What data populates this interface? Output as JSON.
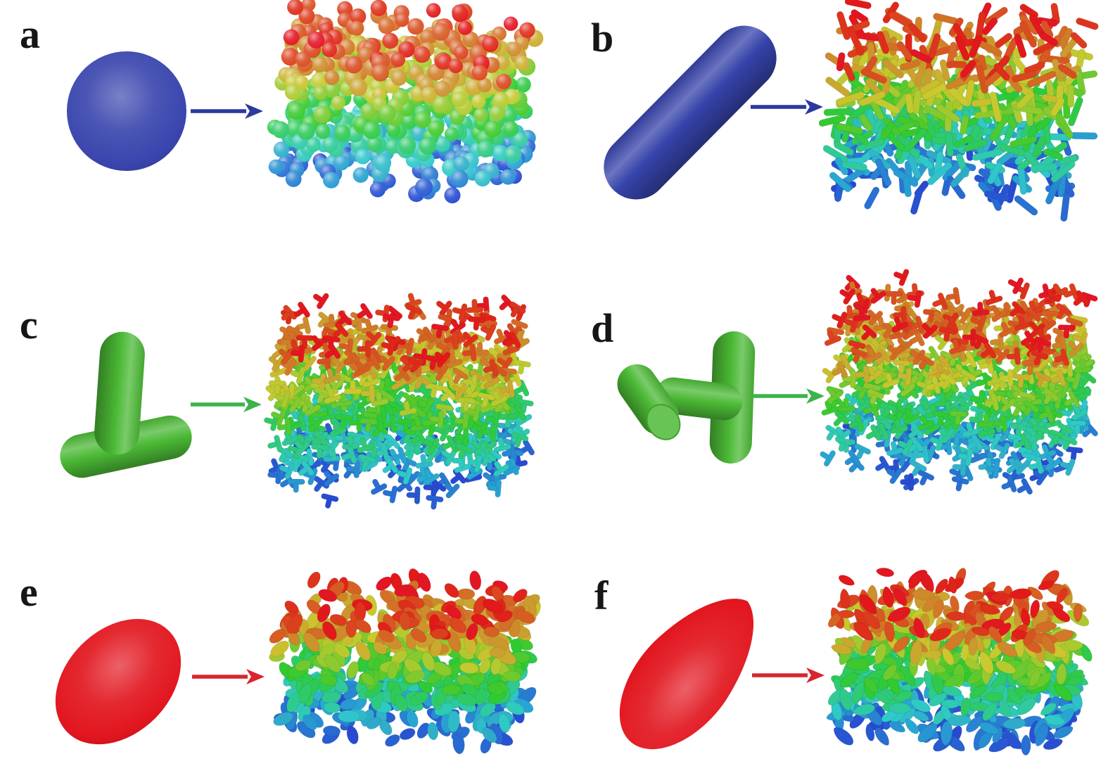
{
  "figure": {
    "background_color": "#ffffff",
    "description": "Six panels, each showing a single colloidal particle shape with an arrow pointing to a snapshot of its random packing colored by height",
    "colormap": {
      "type": "rainbow-by-height",
      "bottom_color": "#3353c6",
      "lower_middle_color": "#3fb7a8",
      "middle_color": "#4db93c",
      "upper_middle_color": "#d9862e",
      "top_color": "#e8302a"
    },
    "panels": [
      {
        "label": "a",
        "particle_shape": "sphere",
        "particle_color": "#3a46ae",
        "arrow_color": "#2b3a9e",
        "packing": "random packing of spheres"
      },
      {
        "label": "b",
        "particle_shape": "rod",
        "particle_color": "#3643aa",
        "arrow_color": "#2b3a9e",
        "packing": "random packing of rods"
      },
      {
        "label": "c",
        "particle_shape": "t-shape-upright",
        "particle_color": "#4bb935",
        "arrow_color": "#3cb44c",
        "packing": "random packing of t-shaped particles"
      },
      {
        "label": "d",
        "particle_shape": "t-shape-rotated",
        "particle_color": "#4bb935",
        "arrow_color": "#3cb44c",
        "packing": "random packing of t-shaped particles"
      },
      {
        "label": "e",
        "particle_shape": "ellipsoid",
        "particle_color": "#e2161f",
        "arrow_color": "#d9252f",
        "packing": "random packing of ellipsoids"
      },
      {
        "label": "f",
        "particle_shape": "teardrop",
        "particle_color": "#e2161f",
        "arrow_color": "#d9252f",
        "packing": "random packing of teardrop particles"
      }
    ]
  }
}
